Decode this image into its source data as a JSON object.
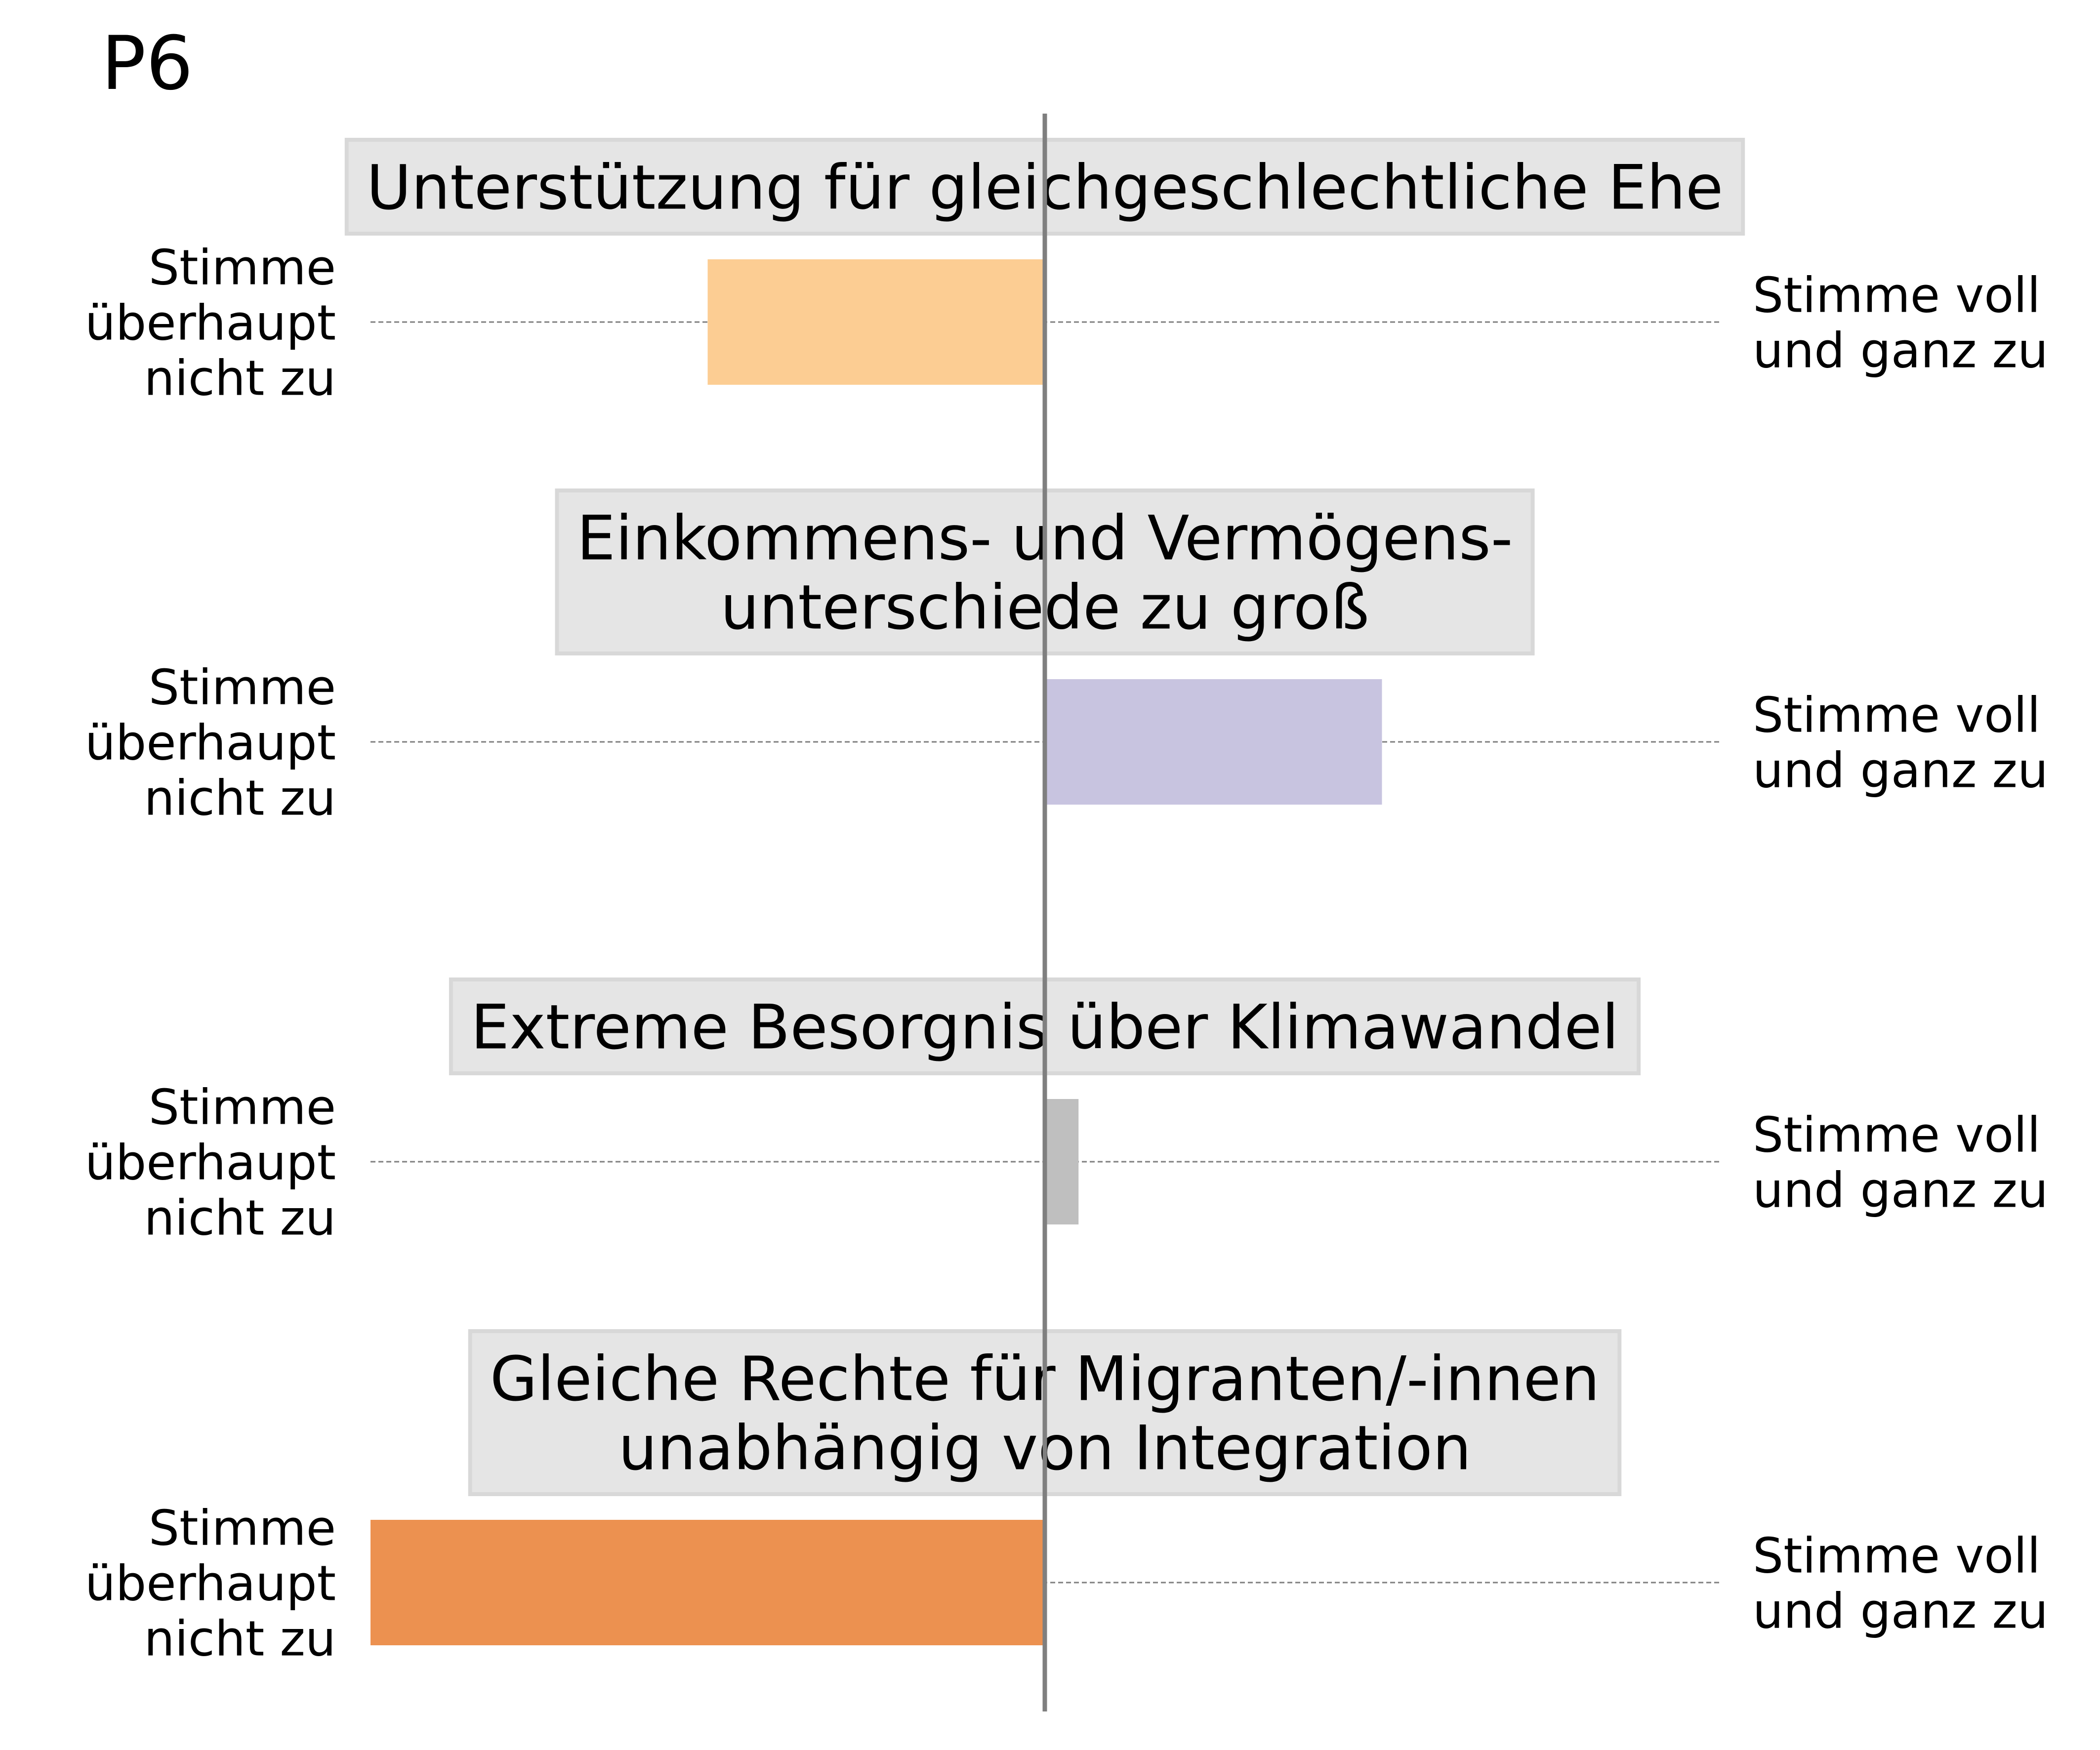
{
  "panel_label": "P6",
  "chart_data": {
    "type": "bar",
    "orientation": "horizontal",
    "xlim": [
      -1,
      1
    ],
    "grid": false,
    "categories": [
      "Unterstützung für gleichgeschlechtliche Ehe",
      "Einkommens- und Vermögens-\nunterschiede zu groß",
      "Extreme Besorgnis über Klimawandel",
      "Gleiche Rechte für Migranten/-innen\nunabhängig von Integration"
    ],
    "values": [
      -0.5,
      0.5,
      0.05,
      -1.0
    ],
    "colors": [
      "#fccd93",
      "#c8c4e0",
      "#bfbfbf",
      "#ec9150"
    ],
    "left_label": "Stimme\nüberhaupt\nnicht zu",
    "right_label": "Stimme voll\nund ganz zu"
  }
}
